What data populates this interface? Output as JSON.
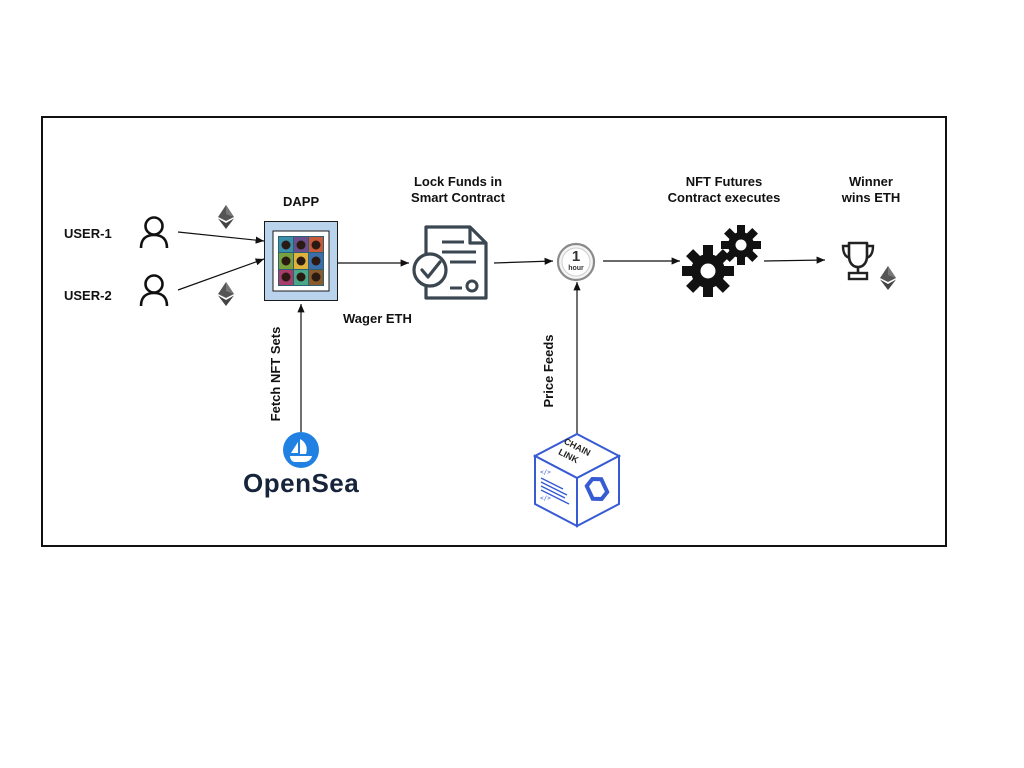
{
  "labels": {
    "user1": "USER-1",
    "user2": "USER-2",
    "dapp": "DAPP",
    "lock_line1": "Lock Funds in",
    "lock_line2": "Smart Contract",
    "futures_line1": "NFT Futures",
    "futures_line2": "Contract executes",
    "winner_line1": "Winner",
    "winner_line2": "wins ETH",
    "wager": "Wager ETH",
    "fetch": "Fetch NFT Sets",
    "price_feeds": "Price Feeds",
    "timer": "hour",
    "timer_num": "1"
  },
  "logos": {
    "opensea": "OpenSea",
    "chainlink_line1": "CHAIN",
    "chainlink_line2": "LINK"
  },
  "icons": [
    "user-icon",
    "ethereum-icon",
    "nft-grid-icon",
    "contract-document-icon",
    "clock-icon",
    "gears-icon",
    "trophy-icon",
    "opensea-logo",
    "chainlink-cube-icon"
  ],
  "colors": {
    "line": "#111111",
    "icon_dark": "#111111",
    "opensea_blue": "#2081e2",
    "chainlink_blue": "#375bd2",
    "dapp_frame": "#b9d3ec"
  }
}
